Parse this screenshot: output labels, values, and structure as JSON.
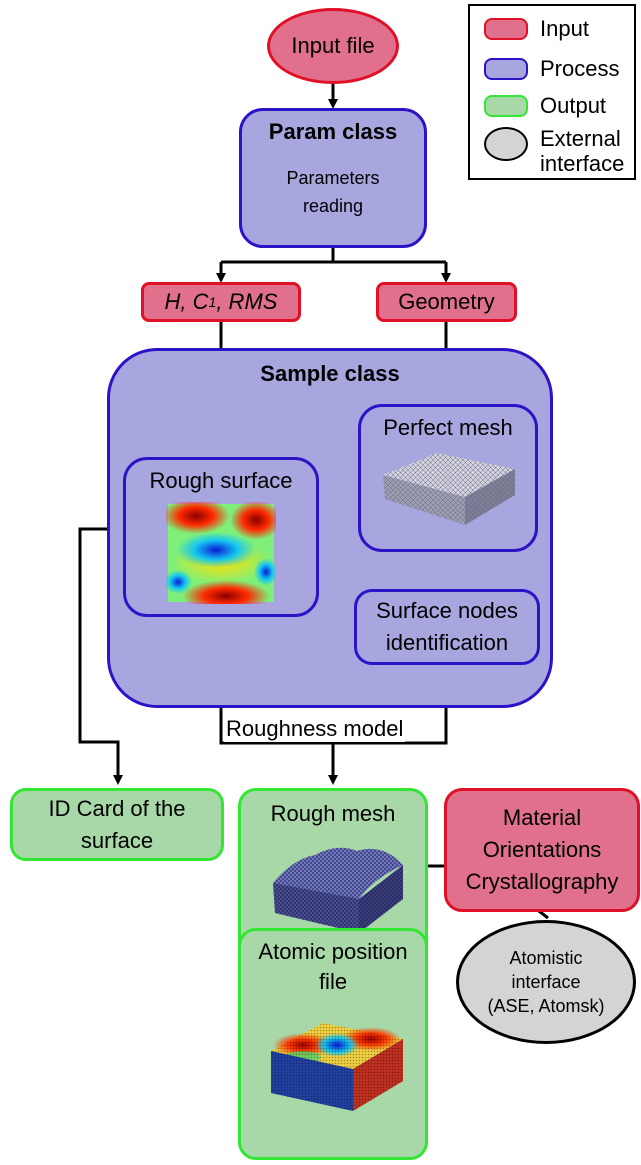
{
  "legend": {
    "input": "Input",
    "process": "Process",
    "output": "Output",
    "external_line1": "External",
    "external_line2": "interface"
  },
  "nodes": {
    "input_file": "Input file",
    "param_title": "Param class",
    "param_line1": "Parameters",
    "param_line2": "reading",
    "hc1rms_h": "H, C",
    "hc1rms_sub": "1",
    "hc1rms_rest": ", RMS",
    "geometry": "Geometry",
    "sample_title": "Sample class",
    "perfect_mesh": "Perfect mesh",
    "rough_surface": "Rough surface",
    "surface_nodes_line1": "Surface nodes",
    "surface_nodes_line2": "identification",
    "roughness_model": "Roughness model",
    "id_card_line1": "ID Card of the",
    "id_card_line2": "surface",
    "rough_mesh": "Rough mesh",
    "material_line1": "Material",
    "material_line2": "Orientations",
    "material_line3": "Crystallography",
    "atomic_line1": "Atomic position",
    "atomic_line2": "file",
    "atomistic_line1": "Atomistic",
    "atomistic_line2": "interface",
    "atomistic_line3": "(ASE, Atomsk)"
  },
  "colors": {
    "input_fill": "#e0708c",
    "input_border": "#e01026",
    "process_fill": "#a8a6de",
    "process_border": "#2d13c8",
    "output_fill": "#a8d8a8",
    "output_border": "#33e633",
    "external_fill": "#d4d4d4"
  }
}
